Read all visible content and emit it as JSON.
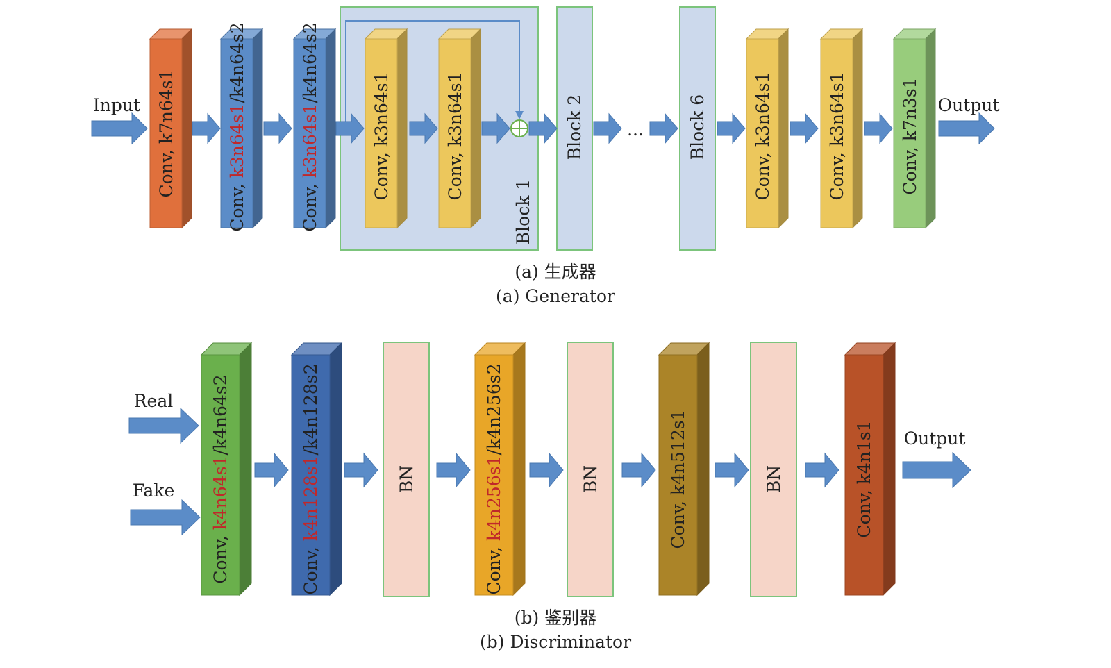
{
  "generator": {
    "input_label": "Input",
    "output_label": "Output",
    "ellipsis": "...",
    "conv1": {
      "prefix": "Conv, ",
      "spec": "k7n64s1",
      "color": "#e0703c"
    },
    "conv2": {
      "prefix": "Conv, ",
      "spec_red": "k3n64s1",
      "spec_tail": "/k4n64s2",
      "color": "#5b8cc8"
    },
    "conv3": {
      "prefix": "Conv, ",
      "spec_red": "k3n64s1",
      "spec_tail": "/k4n64s2",
      "color": "#5b8cc8"
    },
    "block1": {
      "label": "Block 1",
      "fill": "#ccd9ec",
      "border": "#7cc47c",
      "conv_a": {
        "prefix": "Conv, ",
        "spec": "k3n64s1",
        "color": "#ecc75c"
      },
      "conv_b": {
        "prefix": "Conv, ",
        "spec": "k3n64s1",
        "color": "#ecc75c"
      }
    },
    "block2": {
      "label": "Block 2"
    },
    "block6": {
      "label": "Block 6"
    },
    "conv4": {
      "prefix": "Conv, ",
      "spec": "k3n64s1",
      "color": "#ecc75c"
    },
    "conv5": {
      "prefix": "Conv, ",
      "spec": "k3n64s1",
      "color": "#ecc75c"
    },
    "conv6": {
      "prefix": "Conv, ",
      "spec": "k7n3s1",
      "color": "#98cc7c"
    },
    "caption_cn": "(a) 生成器",
    "caption_en": "(a) Generator"
  },
  "discriminator": {
    "real_label": "Real",
    "fake_label": "Fake",
    "output_label": "Output",
    "conv1": {
      "prefix": "Conv, ",
      "spec_red": "k4n64s1",
      "spec_tail": "/k4n64s2",
      "color": "#6ab04c"
    },
    "conv2": {
      "prefix": "Conv, ",
      "spec_red": "k4n128s1",
      "spec_tail": "/k4n128s2",
      "color": "#3f6aad"
    },
    "bn1": {
      "label": "BN",
      "color": "#f6d5c8"
    },
    "conv3": {
      "prefix": "Conv, ",
      "spec_red": "k4n256s1",
      "spec_tail": "/k4n256s2",
      "color": "#e8a628"
    },
    "bn2": {
      "label": "BN",
      "color": "#f6d5c8"
    },
    "conv4": {
      "prefix": "Conv, ",
      "spec": "k4n512s1",
      "color": "#ab8428"
    },
    "bn3": {
      "label": "BN",
      "color": "#f6d5c8"
    },
    "conv5": {
      "prefix": "Conv, ",
      "spec": "k4n1s1",
      "color": "#b85228"
    },
    "caption_cn": "(b) 鉴别器",
    "caption_en": "(b) Discriminator"
  },
  "colors": {
    "arrow": "#5b8cc8",
    "arrow_stroke": "#4a78b0",
    "spec_red": "#c0282a",
    "skip_line": "#5b8cc8",
    "sum_node": "#6ab04c",
    "text": "#222222"
  }
}
